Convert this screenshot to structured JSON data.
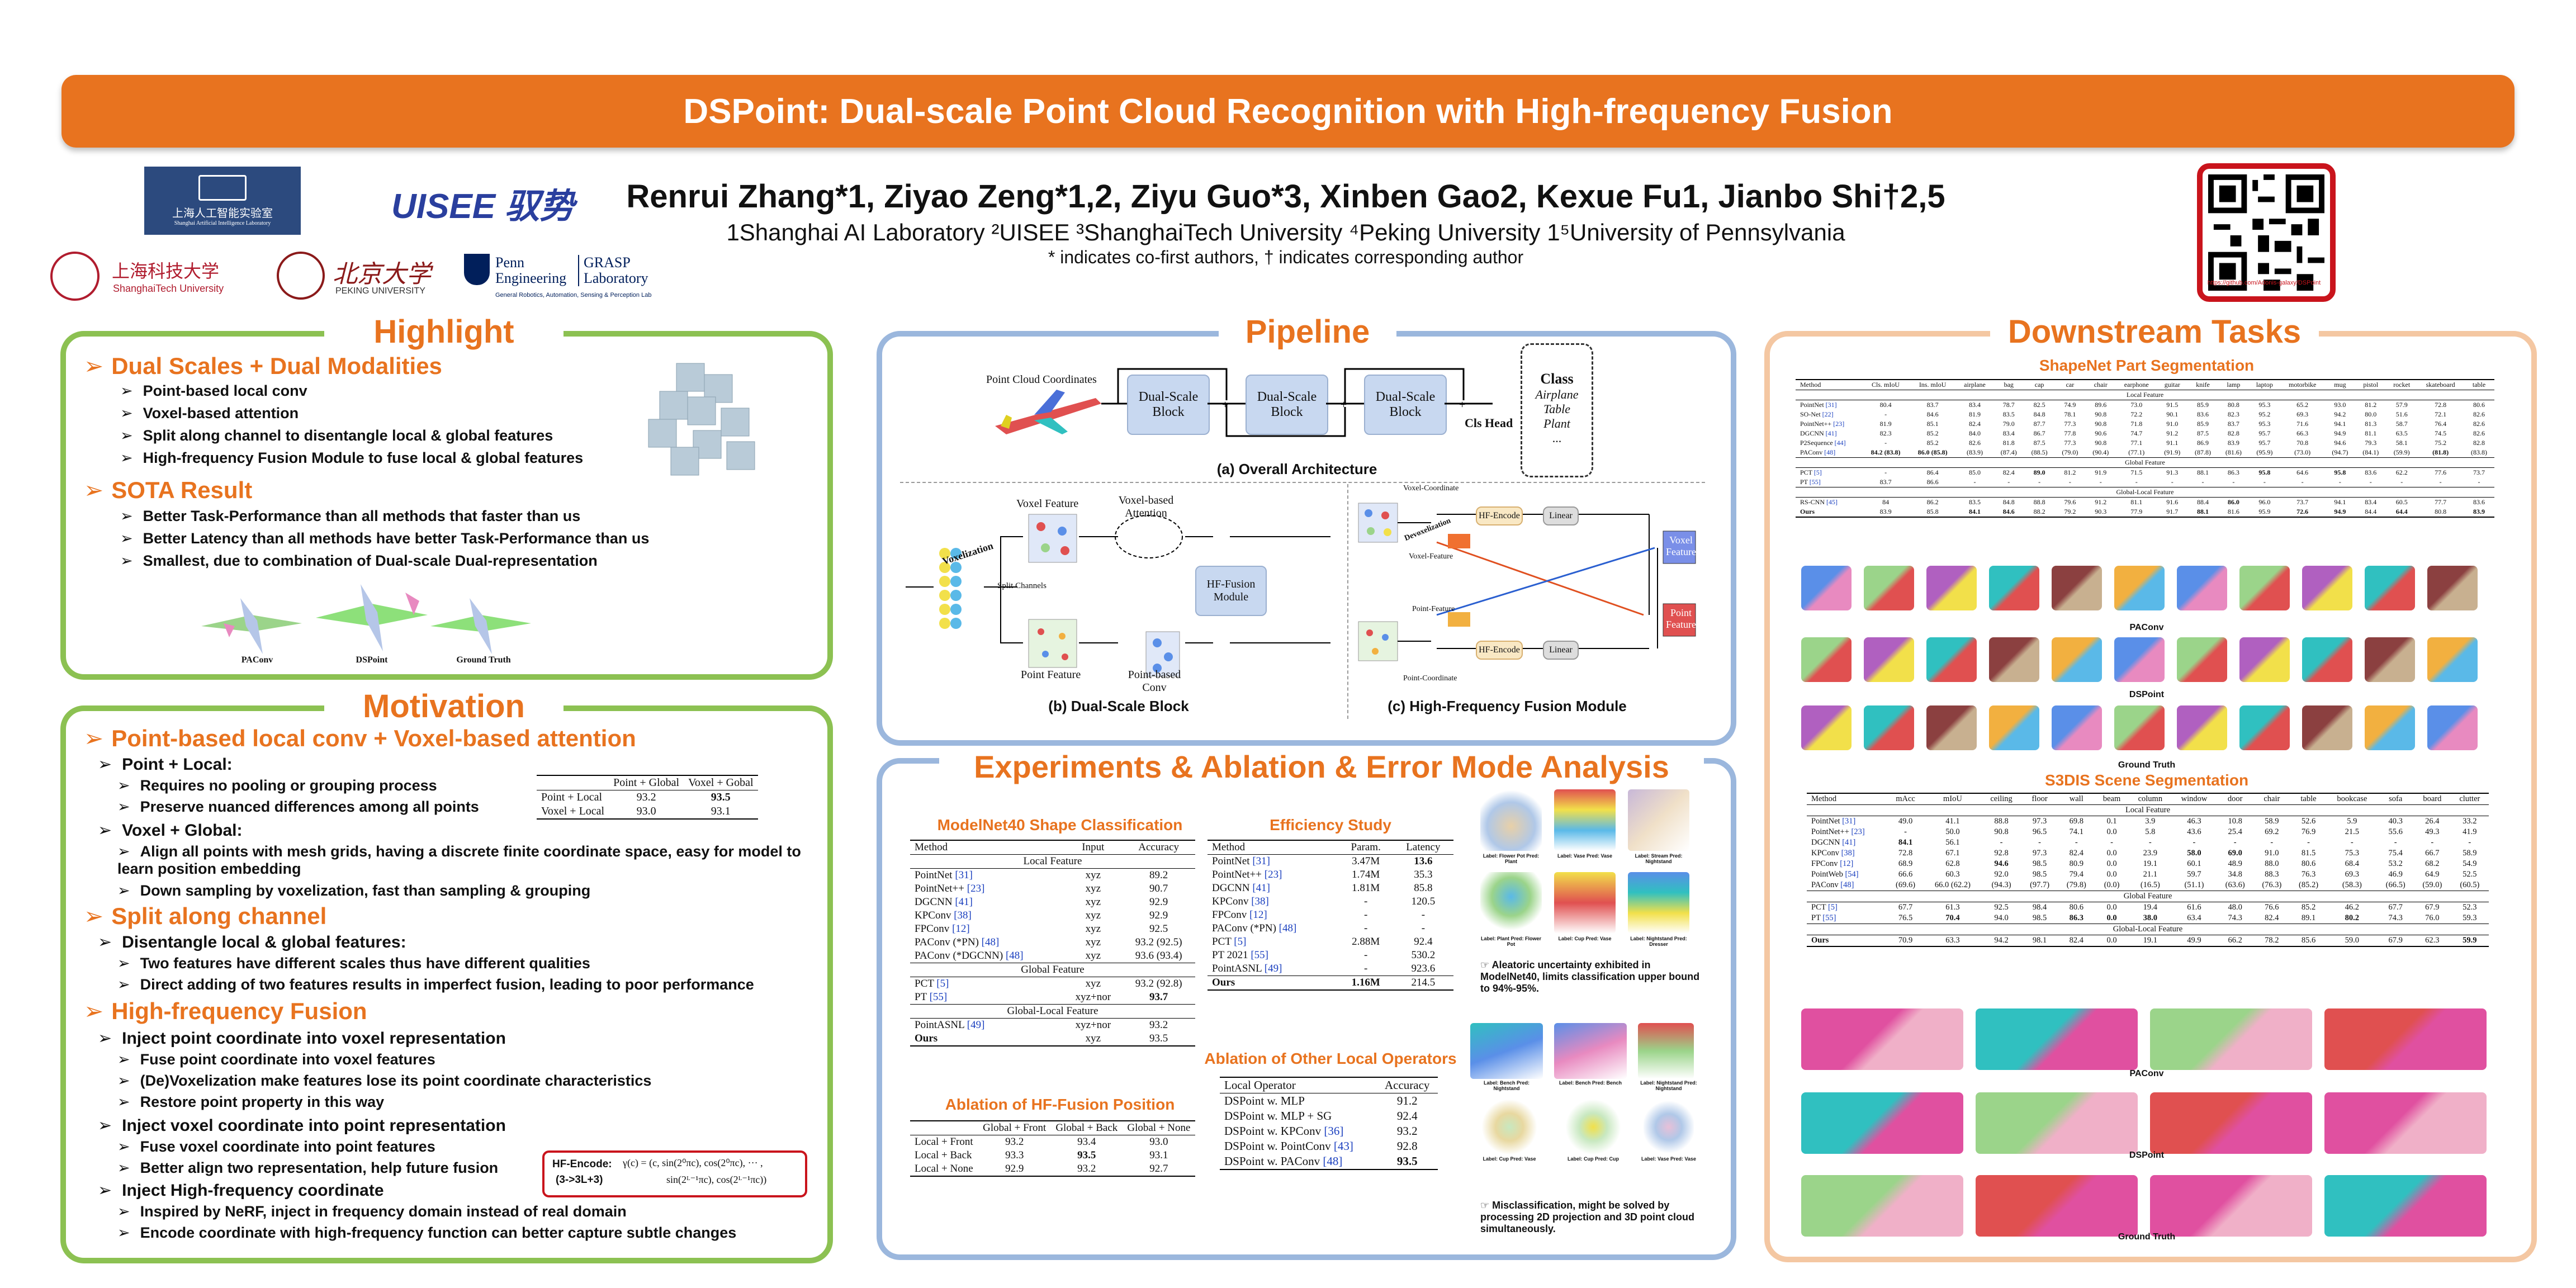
{
  "title": "DSPoint: Dual-scale Point Cloud Recognition with High-frequency Fusion",
  "authors": "Renrui Zhang*¹, Ziyao Zeng*¹˒2, Ziyu Guo*³, Xinben Gao², Kexue Fu¹, Jianbo Shi†²˒5",
  "authors_plain": "Renrui Zhang*1, Ziyao Zeng*1,2, Ziyu Guo*3, Xinben Gao2, Kexue Fu1, Jianbo Shi†2,5",
  "affiliations": "1Shanghai AI Laboratory ²UISEE ³ShanghaiTech University ⁴Peking University 1⁵University of Pennsylvania",
  "note": "* indicates co-first authors, † indicates corresponding author",
  "logos": {
    "ailab": "上海人工智能实验室",
    "ailab_en": "Shanghai Artificial Intelligence Laboratory",
    "uisee": "UISEE 驭势",
    "shanghaitech": "上海科技大学",
    "shanghaitech_en": "ShanghaiTech University",
    "pku": "北京大学",
    "pku_en": "PEKING UNIVERSITY",
    "penn": "Penn Engineering",
    "grasp": "GRASP Laboratory",
    "grasp_sub": "General Robotics, Automation, Sensing & Perception Lab"
  },
  "qr_link": "https://github.com/Adonis-galaxy/DSPoint",
  "highlight": {
    "title": "Highlight",
    "sec1": "Dual Scales + Dual Modalities",
    "sec1_items": [
      "Point-based local conv",
      "Voxel-based attention",
      "Split along channel to disentangle local & global features",
      "High-frequency Fusion Module to fuse local & global features"
    ],
    "sec2": "SOTA Result",
    "sec2_items": [
      "Better Task-Performance than all methods that faster than us",
      "Better Latency than all methods have better Task-Performance than us",
      "Smallest, due to combination of  Dual-scale Dual-representation"
    ],
    "fig_labels": [
      "PAConv",
      "DSPoint",
      "Ground Truth"
    ]
  },
  "motivation": {
    "title": "Motivation",
    "sec1": "Point-based local conv + Voxel-based attention",
    "p1": "Point + Local:",
    "p1_items": [
      "Requires no pooling or grouping process",
      "Preserve nuanced differences among all points"
    ],
    "p2": "Voxel + Global:",
    "p2_items": [
      "Align all points with mesh grids, having a discrete finite coordinate space, easy for model to learn position embedding",
      "Down sampling by voxelization, fast than sampling & grouping"
    ],
    "sec2": "Split along channel",
    "p3": "Disentangle local & global features:",
    "p3_items": [
      "Two features have different scales thus have different qualities",
      "Direct adding of two features results in imperfect fusion, leading to poor performance"
    ],
    "sec3": "High-frequency Fusion",
    "p4": "Inject point coordinate into voxel representation",
    "p4_items": [
      "Fuse point coordinate into voxel features",
      "(De)Voxelization make features lose its point coordinate characteristics",
      "Restore point property in this way"
    ],
    "p5": "Inject voxel coordinate into point representation",
    "p5_items": [
      "Fuse voxel coordinate into point features",
      "Better align two representation, help future fusion"
    ],
    "p6": "Inject High-frequency coordinate",
    "p6_items": [
      "Inspired by NeRF, inject in frequency domain instead of real domain",
      "Encode coordinate with high-frequency function can better capture subtle changes"
    ],
    "table": {
      "cols": [
        "",
        "Point + Global",
        "Voxel + Gobal"
      ],
      "rows": [
        [
          "Point + Local",
          "93.2",
          "93.5"
        ],
        [
          "Voxel + Local",
          "93.0",
          "93.1"
        ]
      ]
    },
    "hf_label": "HF-Encode:",
    "hf_dims": "(3->3L+3)",
    "hf_formula_1": "γ(c) = (c, sin(2⁰πc), cos(2⁰πc), ··· ,",
    "hf_formula_2": "sin(2ᴸ⁻¹πc), cos(2ᴸ⁻¹πc))"
  },
  "pipeline": {
    "title": "Pipeline",
    "input_label": "Point Cloud Coordinates",
    "block": "Dual-Scale Block",
    "cls_head": "Cls Head",
    "classes": [
      "Class",
      "Airplane",
      "Table",
      "Plant",
      "..."
    ],
    "caption_a": "(a) Overall Architecture",
    "voxelization": "Voxelization",
    "voxel_feature": "Voxel Feature",
    "voxel_attention": "Voxel-based Attention",
    "split_channels": "Split Channels",
    "hf_fusion": "HF-Fusion Module",
    "point_feature": "Point Feature",
    "point_conv": "Point-based Conv",
    "caption_b": "(b) Dual-Scale Block",
    "voxel_coord": "Voxel-Coordinate",
    "devoxelization": "Devoxelization",
    "hf_encode": "HF-Encode",
    "linear": "Linear",
    "voxel_out": "Voxel Feature",
    "point_out": "Point Feature",
    "point_feature2": "Point-Feature",
    "point_coord": "Point-Coordinate",
    "voxel_feature2": "Voxel-Feature",
    "caption_c": "(c) High-Frequency Fusion Module"
  },
  "experiments": {
    "title": "Experiments & Ablation & Error Mode Analysis",
    "mn40": {
      "title": "ModelNet40 Shape Classification",
      "cols": [
        "Method",
        "Input",
        "Accuracy"
      ],
      "groups": [
        {
          "name": "Local Feature",
          "rows": [
            [
              "PointNet [31]",
              "xyz",
              "89.2"
            ],
            [
              "PointNet++ [23]",
              "xyz",
              "90.7"
            ],
            [
              "DGCNN [41]",
              "xyz",
              "92.9"
            ],
            [
              "KPConv [38]",
              "xyz",
              "92.9"
            ],
            [
              "FPConv [12]",
              "xyz",
              "92.5"
            ],
            [
              "PAConv (*PN) [48]",
              "xyz",
              "93.2 (92.5)"
            ],
            [
              "PAConv (*DGCNN) [48]",
              "xyz",
              "93.6 (93.4)"
            ]
          ]
        },
        {
          "name": "Global Feature",
          "rows": [
            [
              "PCT [5]",
              "xyz",
              "93.2 (92.8)"
            ],
            [
              "PT [55]",
              "xyz+nor",
              "93.7"
            ]
          ]
        },
        {
          "name": "Global-Local Feature",
          "rows": [
            [
              "PointASNL [49]",
              "xyz+nor",
              "93.2"
            ],
            [
              "Ours",
              "xyz",
              "93.5"
            ]
          ]
        }
      ]
    },
    "eff": {
      "title": "Efficiency Study",
      "cols": [
        "Method",
        "Param.",
        "Latency"
      ],
      "rows": [
        [
          "PointNet [31]",
          "3.47M",
          "13.6"
        ],
        [
          "PointNet++ [23]",
          "1.74M",
          "35.3"
        ],
        [
          "DGCNN [41]",
          "1.81M",
          "85.8"
        ],
        [
          "KPConv [38]",
          "-",
          "120.5"
        ],
        [
          "FPConv [12]",
          "-",
          "-"
        ],
        [
          "PAConv (*PN) [48]",
          "-",
          "-"
        ],
        [
          "PCT [5]",
          "2.88M",
          "92.4"
        ],
        [
          "PT 2021 [55]",
          "-",
          "530.2"
        ],
        [
          "PointASNL [49]",
          "-",
          "923.6"
        ],
        [
          "Ours",
          "1.16M",
          "214.5"
        ]
      ]
    },
    "hf": {
      "title": "Ablation of HF-Fusion Position",
      "cols": [
        "",
        "Global + Front",
        "Global + Back",
        "Global + None"
      ],
      "rows": [
        [
          "Local + Front",
          "93.2",
          "93.4",
          "93.0"
        ],
        [
          "Local + Back",
          "93.3",
          "93.5",
          "93.1"
        ],
        [
          "Local + None",
          "92.9",
          "93.2",
          "92.7"
        ]
      ]
    },
    "ops": {
      "title": "Ablation of Other Local Operators",
      "cols": [
        "Local Operator",
        "Accuracy"
      ],
      "rows": [
        [
          "DSPoint w. MLP",
          "91.2"
        ],
        [
          "DSPoint w. MLP + SG",
          "92.4"
        ],
        [
          "DSPoint w. KPConv [36]",
          "93.2"
        ],
        [
          "DSPoint w. PointConv [43]",
          "92.8"
        ],
        [
          "DSPoint w. PAConv [48]",
          "93.5"
        ]
      ]
    },
    "err1_labels": [
      "Label: Flower Pot Pred: Plant",
      "Label: Vase Pred: Vase",
      "Label: Stream Pred: Nightstand",
      "Label: Plant Pred: Flower Pot",
      "Label: Cup Pred: Vase",
      "Label: Nightstand Pred: Dresser"
    ],
    "err1_note": "Aleatoric uncertainty exhibited in ModelNet40, limits classification upper bound to 94%-95%.",
    "err2_labels": [
      "Label: Bench Pred: Nightstand",
      "Label: Bench Pred: Bench",
      "Label: Nightstand Pred: Nightstand",
      "Label: Cup Pred: Vase",
      "Label: Cup Pred: Cup",
      "Label: Vase Pred: Vase"
    ],
    "err2_note": "Misclassification, might be solved by processing 2D projection and 3D point cloud simultaneously."
  },
  "downstream": {
    "title": "Downstream Tasks",
    "shapenet": {
      "title": "ShapeNet Part Segmentation",
      "cols": [
        "Method",
        "Cls. mIoU",
        "Ins. mIoU",
        "airplane",
        "bag",
        "cap",
        "car",
        "chair",
        "earphone",
        "guitar",
        "knife",
        "lamp",
        "laptop",
        "motorbike",
        "mug",
        "pistol",
        "rocket",
        "skateboard",
        "table"
      ],
      "groups": [
        {
          "name": "Local Feature",
          "rows": [
            [
              "PointNet [31]",
              "80.4",
              "83.7",
              "83.4",
              "78.7",
              "82.5",
              "74.9",
              "89.6",
              "73.0",
              "91.5",
              "85.9",
              "80.8",
              "95.3",
              "65.2",
              "93.0",
              "81.2",
              "57.9",
              "72.8",
              "80.6"
            ],
            [
              "SO-Net [22]",
              "-",
              "84.6",
              "81.9",
              "83.5",
              "84.8",
              "78.1",
              "90.8",
              "72.2",
              "90.1",
              "83.6",
              "82.3",
              "95.2",
              "69.3",
              "94.2",
              "80.0",
              "51.6",
              "72.1",
              "82.6"
            ],
            [
              "PointNet++ [23]",
              "81.9",
              "85.1",
              "82.4",
              "79.0",
              "87.7",
              "77.3",
              "90.8",
              "71.8",
              "91.0",
              "85.9",
              "83.7",
              "95.3",
              "71.6",
              "94.1",
              "81.3",
              "58.7",
              "76.4",
              "82.6"
            ],
            [
              "DGCNN [41]",
              "82.3",
              "85.2",
              "84.0",
              "83.4",
              "86.7",
              "77.8",
              "90.6",
              "74.7",
              "91.2",
              "87.5",
              "82.8",
              "95.7",
              "66.3",
              "94.9",
              "81.1",
              "63.5",
              "74.5",
              "82.6"
            ],
            [
              "P2Sequence [44]",
              "-",
              "85.2",
              "82.6",
              "81.8",
              "87.5",
              "77.3",
              "90.8",
              "77.1",
              "91.1",
              "86.9",
              "83.9",
              "95.7",
              "70.8",
              "94.6",
              "79.3",
              "58.1",
              "75.2",
              "82.8"
            ],
            [
              "PAConv [48]",
              "84.2 (83.8)",
              "86.0 (85.8)",
              "(83.9)",
              "(87.4)",
              "(88.5)",
              "(79.0)",
              "(90.4)",
              "(77.1)",
              "(91.9)",
              "(87.8)",
              "(81.6)",
              "(95.9)",
              "(73.0)",
              "(94.7)",
              "(84.1)",
              "(59.9)",
              "(81.8)",
              "(83.8)"
            ]
          ]
        },
        {
          "name": "Global Feature",
          "rows": [
            [
              "PCT [5]",
              "-",
              "86.4",
              "85.0",
              "82.4",
              "89.0",
              "81.2",
              "91.9",
              "71.5",
              "91.3",
              "88.1",
              "86.3",
              "95.8",
              "64.6",
              "95.8",
              "83.6",
              "62.2",
              "77.6",
              "73.7"
            ],
            [
              "PT [55]",
              "83.7",
              "86.6",
              "-",
              "-",
              "-",
              "-",
              "-",
              "-",
              "-",
              "-",
              "-",
              "-",
              "-",
              "-",
              "-",
              "-",
              "-",
              "-"
            ]
          ]
        },
        {
          "name": "Global-Local Feature",
          "rows": [
            [
              "RS-CNN [45]",
              "84",
              "86.2",
              "83.5",
              "84.8",
              "88.8",
              "79.6",
              "91.2",
              "81.1",
              "91.6",
              "88.4",
              "86.0",
              "96.0",
              "73.7",
              "94.1",
              "83.4",
              "60.5",
              "77.7",
              "83.6"
            ],
            [
              "Ours",
              "83.9",
              "85.8",
              "84.1",
              "84.6",
              "88.2",
              "79.2",
              "90.3",
              "77.9",
              "91.7",
              "88.1",
              "81.6",
              "95.9",
              "72.6",
              "94.9",
              "84.4",
              "64.4",
              "80.8",
              "83.9"
            ]
          ]
        }
      ]
    },
    "seg_labels": [
      "PAConv",
      "DSPoint",
      "Ground Truth"
    ],
    "s3dis": {
      "title": "S3DIS Scene Segmentation",
      "cols": [
        "Method",
        "mAcc",
        "mIoU",
        "ceiling",
        "floor",
        "wall",
        "beam",
        "column",
        "window",
        "door",
        "chair",
        "table",
        "bookcase",
        "sofa",
        "board",
        "clutter"
      ],
      "groups": [
        {
          "name": "Local Feature",
          "rows": [
            [
              "PointNet [31]",
              "49.0",
              "41.1",
              "88.8",
              "97.3",
              "69.8",
              "0.1",
              "3.9",
              "46.3",
              "10.8",
              "58.9",
              "52.6",
              "5.9",
              "40.3",
              "26.4",
              "33.2"
            ],
            [
              "PointNet++ [23]",
              "-",
              "50.0",
              "90.8",
              "96.5",
              "74.1",
              "0.0",
              "5.8",
              "43.6",
              "25.4",
              "69.2",
              "76.9",
              "21.5",
              "55.6",
              "49.3",
              "41.9"
            ],
            [
              "DGCNN [41]",
              "84.1",
              "56.1",
              "-",
              "-",
              "-",
              "-",
              "-",
              "-",
              "-",
              "-",
              "-",
              "-",
              "-",
              "-",
              "-"
            ],
            [
              "KPConv [38]",
              "72.8",
              "67.1",
              "92.8",
              "97.3",
              "82.4",
              "0.0",
              "23.9",
              "58.0",
              "69.0",
              "91.0",
              "81.5",
              "75.3",
              "75.4",
              "66.7",
              "58.9"
            ],
            [
              "FPConv [12]",
              "68.9",
              "62.8",
              "94.6",
              "98.5",
              "80.9",
              "0.0",
              "19.1",
              "60.1",
              "48.9",
              "88.0",
              "80.6",
              "68.4",
              "53.2",
              "68.2",
              "54.9"
            ],
            [
              "PointWeb [54]",
              "66.6",
              "60.3",
              "92.0",
              "98.5",
              "79.4",
              "0.0",
              "21.1",
              "59.7",
              "34.8",
              "88.3",
              "76.3",
              "69.3",
              "46.9",
              "64.9",
              "52.5"
            ],
            [
              "PAConv [48]",
              "(69.6)",
              "66.0 (62.2)",
              "(94.3)",
              "(97.7)",
              "(79.8)",
              "(0.0)",
              "(16.5)",
              "(51.1)",
              "(63.6)",
              "(76.3)",
              "(85.2)",
              "(58.3)",
              "(66.5)",
              "(59.0)",
              "(60.5)"
            ]
          ]
        },
        {
          "name": "Global Feature",
          "rows": [
            [
              "PCT [5]",
              "67.7",
              "61.3",
              "92.5",
              "98.4",
              "80.6",
              "0.0",
              "19.4",
              "61.6",
              "48.0",
              "76.6",
              "85.2",
              "46.2",
              "67.7",
              "67.9",
              "52.3"
            ],
            [
              "PT [55]",
              "76.5",
              "70.4",
              "94.0",
              "98.5",
              "86.3",
              "0.0",
              "38.0",
              "63.4",
              "74.3",
              "82.4",
              "89.1",
              "80.2",
              "74.3",
              "76.0",
              "59.3"
            ]
          ]
        },
        {
          "name": "Global-Local Feature",
          "rows": [
            [
              "Ours",
              "70.9",
              "63.3",
              "94.2",
              "98.1",
              "82.4",
              "0.0",
              "19.1",
              "49.9",
              "66.2",
              "78.2",
              "85.6",
              "59.0",
              "67.9",
              "62.3",
              "59.9"
            ]
          ]
        }
      ]
    }
  },
  "colors": {
    "accent": "#e8731f",
    "green": "#8cc152",
    "blue": "#9bb7dd",
    "peach": "#f4c7a2",
    "qr_red": "#c9141c"
  }
}
